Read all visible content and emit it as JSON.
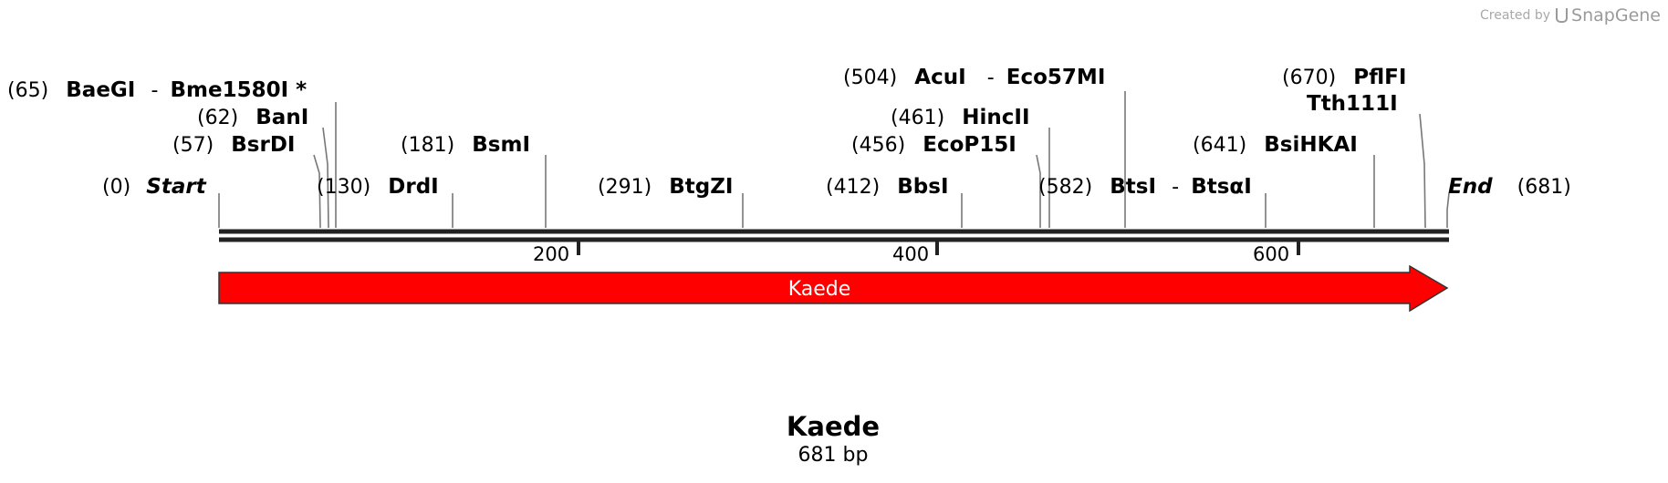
{
  "credit": {
    "created_by": "Created by",
    "brand": "SnapGene",
    "brand_icon": "tube-icon"
  },
  "sequence": {
    "name": "Kaede",
    "length_label": "681 bp",
    "length": 681
  },
  "ends": {
    "start": {
      "label": "Start",
      "pos": "(0)"
    },
    "end": {
      "label": "End",
      "pos": "(681)"
    }
  },
  "axis_ticks": [
    "200",
    "400",
    "600"
  ],
  "sites": {
    "baegi": {
      "pos": "(65)",
      "name": "BaeGI",
      "sep": "-",
      "alt": "Bme1580I *"
    },
    "bani": {
      "pos": "(62)",
      "name": "BanI"
    },
    "bsrdi": {
      "pos": "(57)",
      "name": "BsrDI"
    },
    "drdi": {
      "pos": "(130)",
      "name": "DrdI"
    },
    "bsmi": {
      "pos": "(181)",
      "name": "BsmI"
    },
    "btgzi": {
      "pos": "(291)",
      "name": "BtgZI"
    },
    "bbsi": {
      "pos": "(412)",
      "name": "BbsI"
    },
    "acui": {
      "pos": "(504)",
      "name": "AcuI",
      "sep": "-",
      "alt": "Eco57MI"
    },
    "hincii": {
      "pos": "(461)",
      "name": "HincII"
    },
    "ecop15i": {
      "pos": "(456)",
      "name": "EcoP15I"
    },
    "btsi": {
      "pos": "(582)",
      "name": "BtsI",
      "sep": "-",
      "alt": "BtsαI"
    },
    "pflfi": {
      "pos": "(670)",
      "name": "PflFI",
      "alt": "Tth111I"
    },
    "bsihkai": {
      "pos": "(641)",
      "name": "BsiHKAI"
    }
  },
  "feature": {
    "name": "Kaede",
    "color": "#ff0000",
    "direction": "forward"
  }
}
